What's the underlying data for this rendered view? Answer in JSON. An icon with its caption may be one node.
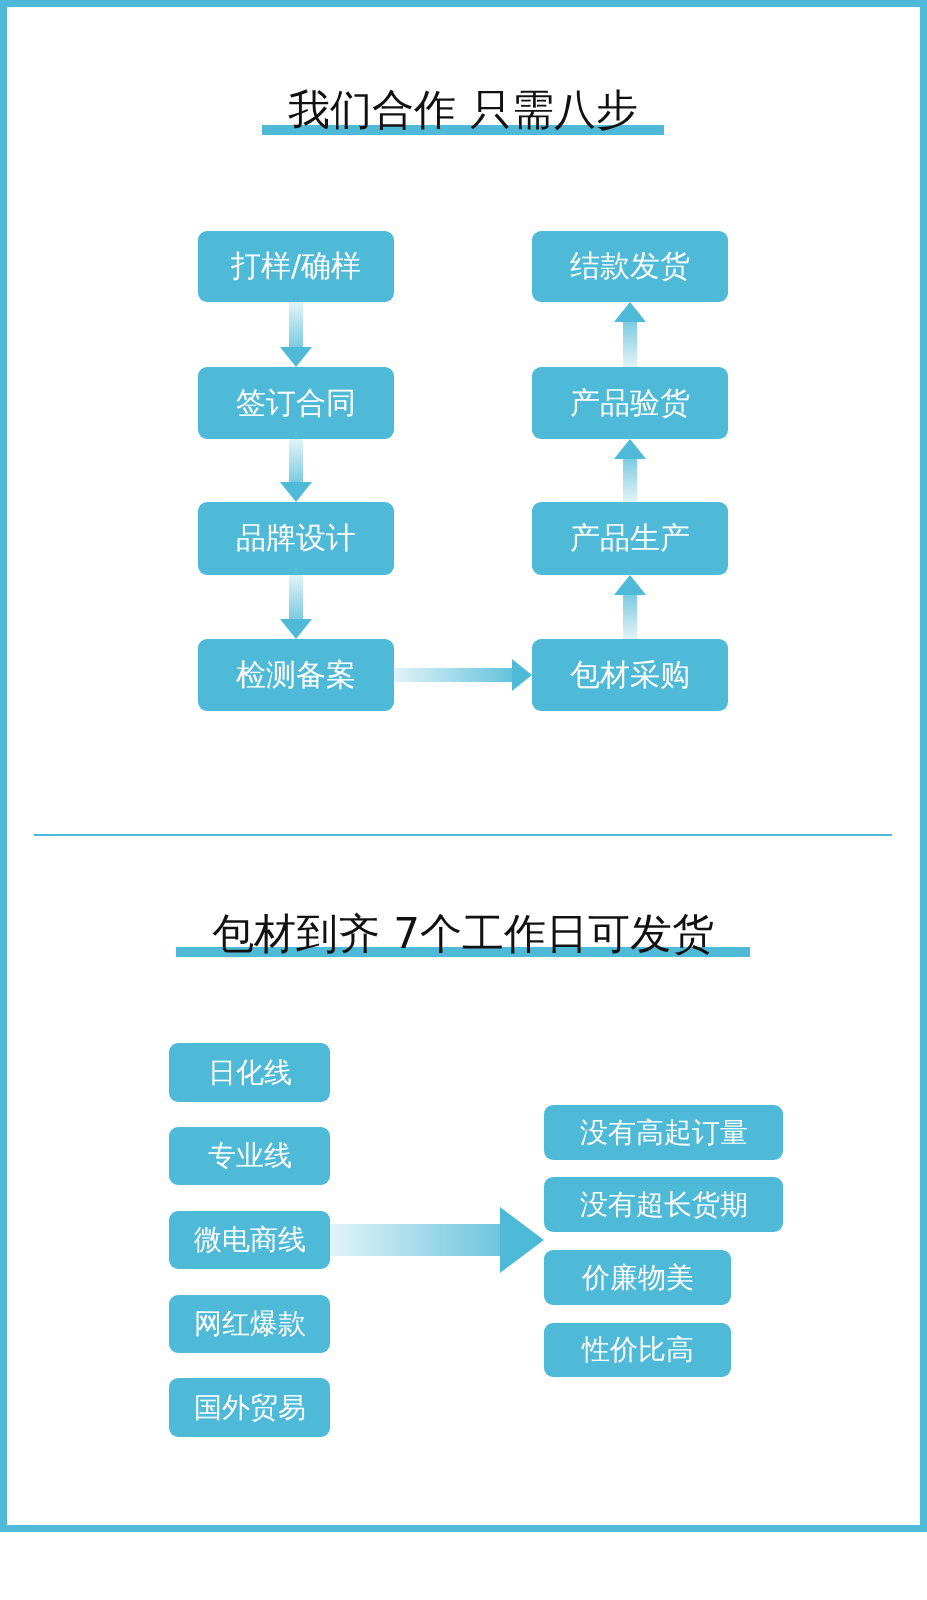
{
  "diagram": {
    "title": "我们合作 只需八步",
    "nodes": [
      {
        "text": [
          "打样/确样"
        ]
      },
      {
        "text": [
          "签订合同"
        ]
      },
      {
        "text": [
          "品牌设计"
        ]
      },
      {
        "text": [
          "检测备案"
        ]
      },
      {
        "text": [
          "包材采购"
        ]
      },
      {
        "text": [
          "产品生产"
        ]
      },
      {
        "text": [
          "产品验货"
        ]
      },
      {
        "text": [
          "结款发货"
        ]
      },
      {
        "text": [
          "日化线"
        ]
      },
      {
        "text": [
          "专业线"
        ]
      },
      {
        "text": [
          "微电商线"
        ]
      },
      {
        "text": [
          "网红爆款"
        ]
      },
      {
        "text": [
          "国外贸易"
        ]
      },
      {
        "text": [
          "没有高起订量"
        ]
      },
      {
        "text": [
          "没有超长货期"
        ]
      },
      {
        "text": [
          "价廉物美"
        ]
      },
      {
        "text": [
          "性价比高"
        ]
      }
    ],
    "edges": [
      {
        "from": 0,
        "to": 1,
        "arrow": "to"
      },
      {
        "from": 1,
        "to": 2,
        "arrow": "to"
      },
      {
        "from": 2,
        "to": 3,
        "arrow": "to"
      },
      {
        "from": 3,
        "to": 4,
        "arrow": "to"
      },
      {
        "from": 4,
        "to": 5,
        "arrow": "to"
      },
      {
        "from": 5,
        "to": 6,
        "arrow": "to"
      },
      {
        "from": 6,
        "to": 7,
        "arrow": "to"
      },
      {
        "from": 10,
        "to": 15,
        "arrow": "to",
        "style": "thick"
      }
    ],
    "labels": [
      "包材到齐 7个工作日可发货"
    ]
  }
}
